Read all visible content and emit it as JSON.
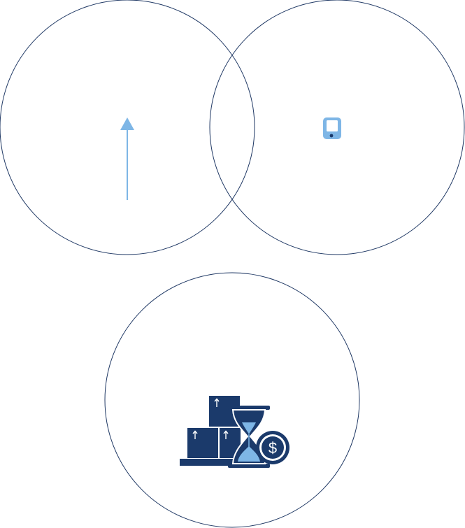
{
  "colors": {
    "circle_stroke": "#1F3864",
    "navy": "#1B3A6B",
    "light_blue": "#7EB6E6",
    "white": "#FFFFFF"
  },
  "circles": [
    {
      "id": "circle-top-left",
      "icon": "up-arrow-icon"
    },
    {
      "id": "circle-top-right",
      "icon": "mobile-device-icon"
    },
    {
      "id": "circle-bottom",
      "icon": "inventory-time-money-icon"
    }
  ],
  "icons": {
    "coin_symbol": "$"
  }
}
